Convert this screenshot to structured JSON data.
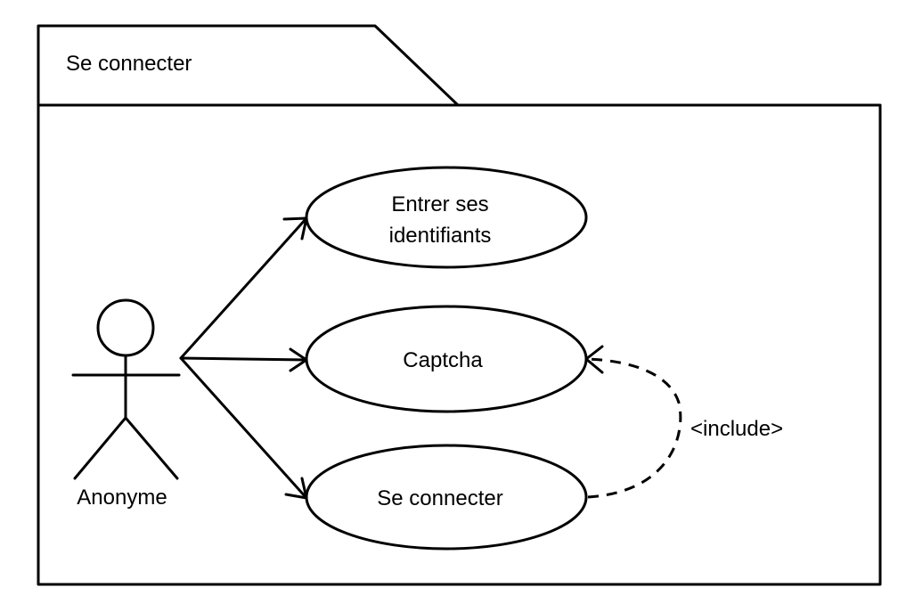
{
  "package": {
    "title": "Se connecter"
  },
  "actor": {
    "name": "Anonyme"
  },
  "use_cases": {
    "entrer_line1": "Entrer ses",
    "entrer_line2": "identifiants",
    "captcha": "Captcha",
    "se_connecter": "Se connecter"
  },
  "relations": {
    "include_label": "<include>"
  },
  "colors": {
    "stroke": "#000000",
    "background": "#ffffff"
  }
}
